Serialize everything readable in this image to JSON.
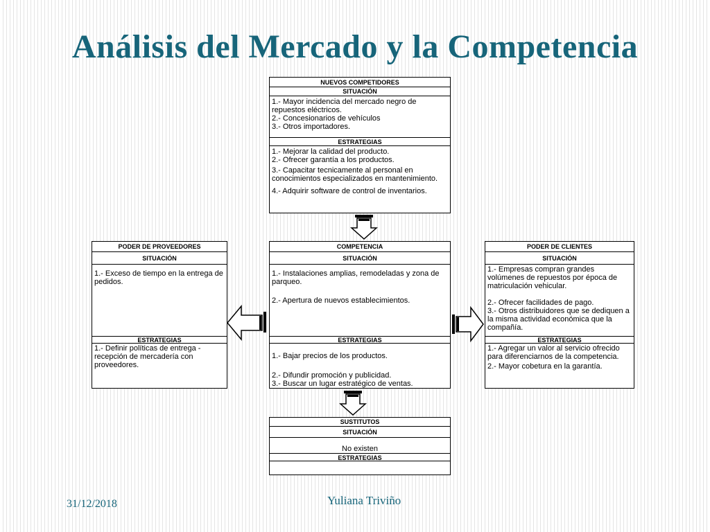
{
  "slide": {
    "title": "Análisis del Mercado y la Competencia",
    "date": "31/12/2018",
    "author": "Yuliana Triviño"
  },
  "headers": {
    "situacion": "SITUACIÓN",
    "estrategias": "ESTRATEGIAS"
  },
  "nuevos_competidores": {
    "title": "NUEVOS COMPETIDORES",
    "situacion": [
      "1.-  Mayor incidencia del mercado negro de repuestos eléctricos.",
      "2.- Concesionarios de vehículos",
      "3.- Otros importadores."
    ],
    "estrategias": [
      "1.-  Mejorar la calidad del producto.",
      "2.- Ofrecer garantía a los productos.",
      "3.- Capacitar tecnicamente al personal en conocimientos especializados en mantenimiento.",
      "4.- Adquirir software de control de inventarios."
    ]
  },
  "poder_proveedores": {
    "title": "PODER DE PROVEEDORES",
    "situacion": [
      "1.-  Exceso de tiempo en  la entrega de pedidos."
    ],
    "estrategias": [
      "1.-  Definir políticas de entrega - recepción de mercadería con proveedores."
    ]
  },
  "competencia": {
    "title": "COMPETENCIA",
    "situacion": [
      "1.-  Instalaciones amplias, remodeladas y zona de parqueo.",
      "2.-  Apertura de nuevos establecimientos."
    ],
    "estrategias": [
      "1.-  Bajar precios de los productos.",
      "2.-  Difundir promoción y publicidad.",
      "3.- Buscar un lugar estratégico de ventas."
    ]
  },
  "poder_clientes": {
    "title": "PODER DE CLIENTES",
    "situacion": [
      "1.- Empresas compran grandes volúmenes de repuestos por época de matriculación vehicular.",
      "2.- Ofrecer facilidades de pago.",
      "3.-  Otros distribuidores  que se dediquen a la misma actividad económica que la compañía."
    ],
    "estrategias": [
      "1.-  Agregar un valor al servicio ofrecido para diferenciarnos de la competencia.",
      "2.- Mayor cobetura en la garantía."
    ]
  },
  "sustitutos": {
    "title": "SUSTITUTOS",
    "situacion": [
      "No existen"
    ],
    "estrategias": []
  }
}
